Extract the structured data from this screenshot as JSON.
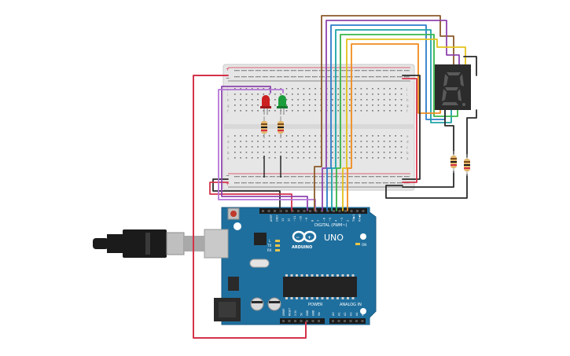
{
  "board": {
    "logo": "ARDUINO",
    "model": "UNO",
    "digital_header_label": "DIGITAL (PWM~)",
    "power_label": "POWER",
    "analog_label": "ANALOG IN",
    "on_label": "ON",
    "l_label": "L",
    "tx_label": "TX",
    "rx_label": "RX",
    "digital_pins": [
      "AREF",
      "GND",
      "13",
      "12",
      "~11",
      "~10",
      "~9",
      "8",
      "7",
      "~6",
      "~5",
      "4",
      "~3",
      "2",
      "TX▶1",
      "RX◀0"
    ],
    "power_pins": [
      "IOREF",
      "RESET",
      "3.3V",
      "5V",
      "GND",
      "GND",
      "Vin"
    ],
    "analog_pins": [
      "A0",
      "A1",
      "A2",
      "A3",
      "A4",
      "A5"
    ]
  },
  "breadboard": {
    "rail_plus": "+",
    "rail_minus": "−",
    "row_letters_top": [
      "j",
      "i",
      "h",
      "g",
      "f"
    ],
    "row_letters_bottom": [
      "e",
      "d",
      "c",
      "b",
      "a"
    ]
  },
  "colors": {
    "board": "#1f6f9e",
    "breadboard": "#e8e8e8",
    "wire_red": "#d4334a",
    "wire_black": "#2a2a2a",
    "wire_purple": "#8e44ad",
    "wire_brown": "#8b5a2b",
    "wire_blue": "#2e7cc9",
    "wire_teal": "#1fa3a8",
    "wire_green": "#38b649",
    "wire_yellow": "#e3c21b",
    "wire_orange": "#f08c1e",
    "led_red": "#cc1f1f",
    "led_green": "#1c9e3c",
    "display": "#2c2c2c"
  },
  "icons": [
    "usb-cable-icon",
    "led-icon",
    "resistor-icon",
    "seven-segment-display-icon",
    "chip-icon"
  ]
}
